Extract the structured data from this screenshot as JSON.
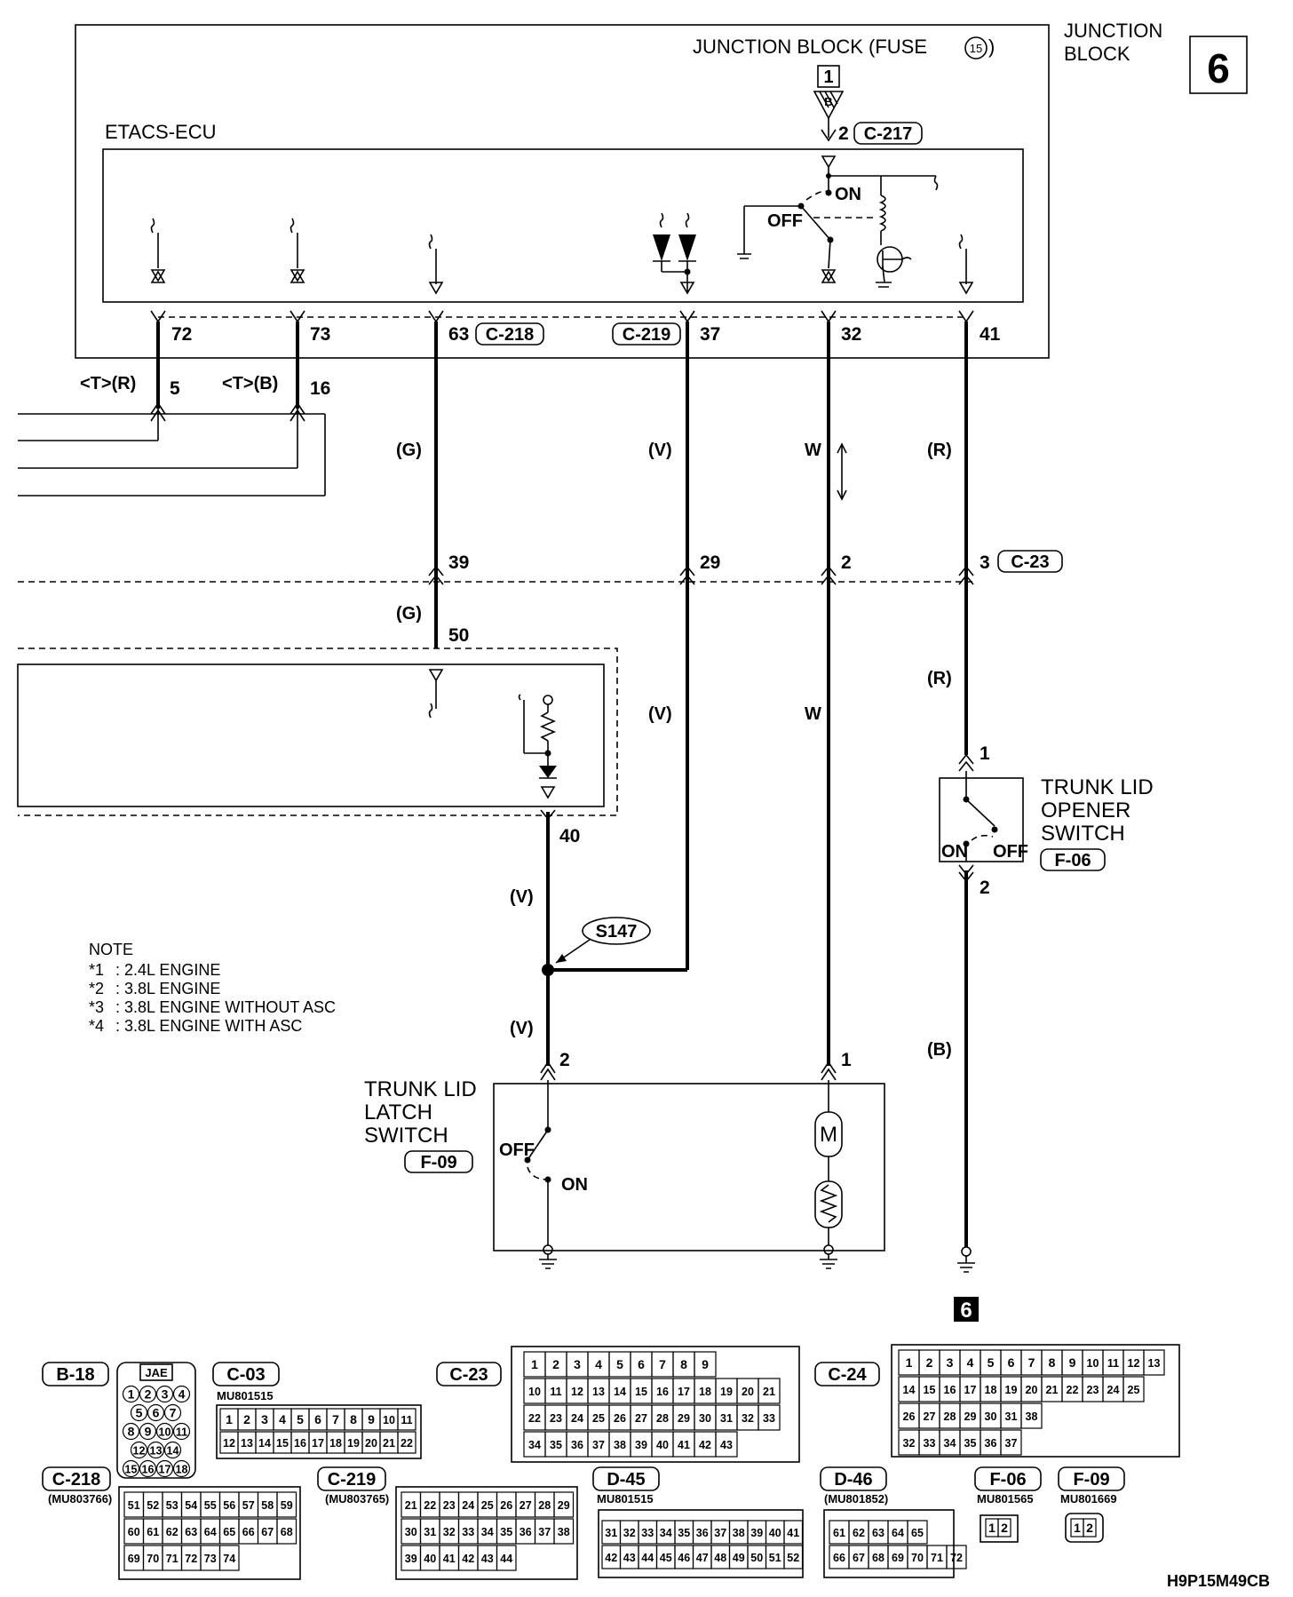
{
  "header": {
    "title_left": "JUNCTION BLOCK (FUSE",
    "fuse_number": "15",
    "title_right": ")",
    "corner_line1": "JUNCTION",
    "corner_line2": "BLOCK",
    "page_number": "6",
    "source_ref": "1",
    "source_letter": "B"
  },
  "ecu": {
    "name": "ETACS-ECU",
    "switch_on": "ON",
    "switch_off": "OFF",
    "pins": [
      {
        "pin": "72",
        "connector": ""
      },
      {
        "pin": "73",
        "connector": ""
      },
      {
        "pin": "63",
        "connector": "C-218"
      },
      {
        "pin": "37",
        "connector": "C-219"
      },
      {
        "pin": "32",
        "connector": ""
      },
      {
        "pin": "41",
        "connector": ""
      }
    ],
    "supply_pin": "2",
    "supply_connector": "C-217"
  },
  "left_branches": [
    {
      "label": "<T>(R)",
      "pin": "5"
    },
    {
      "label": "<T>(B)",
      "pin": "16"
    }
  ],
  "wire_colors": {
    "g": "(G)",
    "v": "(V)",
    "w": "W",
    "r": "(R)",
    "b": "(B)"
  },
  "connector_c23": {
    "name": "C-23",
    "pins": [
      "39",
      "29",
      "2",
      "3"
    ]
  },
  "lower_module": {
    "pin_in": "50",
    "pin_out": "40"
  },
  "splice": "S147",
  "notes": {
    "heading": "NOTE",
    "items": [
      {
        "mark": "*1",
        "text": ": 2.4L ENGINE"
      },
      {
        "mark": "*2",
        "text": ": 3.8L ENGINE"
      },
      {
        "mark": "*3",
        "text": ": 3.8L ENGINE WITHOUT ASC"
      },
      {
        "mark": "*4",
        "text": ": 3.8L ENGINE WITH ASC"
      }
    ]
  },
  "trunk_latch": {
    "line1": "TRUNK LID",
    "line2": "LATCH",
    "line3": "SWITCH",
    "connector": "F-09",
    "pin_switch": "2",
    "pin_motor": "1",
    "off": "OFF",
    "on": "ON",
    "motor": "M"
  },
  "opener_switch": {
    "line1": "TRUNK LID",
    "line2": "OPENER",
    "line3": "SWITCH",
    "connector": "F-06",
    "pin_top": "1",
    "pin_bottom": "2",
    "on": "ON",
    "off": "OFF"
  },
  "ground_ref": "6",
  "connector_views": [
    {
      "id": "B-18",
      "part": "",
      "header": "JAE",
      "rows": [
        [
          "1",
          "2",
          "3",
          "4"
        ],
        [
          "5",
          "6",
          "7"
        ],
        [
          "8",
          "9",
          "10",
          "11"
        ],
        [
          "12",
          "13",
          "14"
        ],
        [
          "15",
          "16",
          "17",
          "18"
        ]
      ]
    },
    {
      "id": "C-03",
      "part": "MU801515",
      "rows": [
        [
          "1",
          "2",
          "3",
          "4",
          "5",
          "6",
          "7",
          "8",
          "9",
          "10",
          "11"
        ],
        [
          "12",
          "13",
          "14",
          "15",
          "16",
          "17",
          "18",
          "19",
          "20",
          "21",
          "22"
        ]
      ]
    },
    {
      "id": "C-23",
      "part": "",
      "rows": [
        [
          "1",
          "2",
          "3",
          "4",
          "5",
          "6",
          "7",
          "8",
          "9"
        ],
        [
          "10",
          "11",
          "12",
          "13",
          "14",
          "15",
          "16",
          "17",
          "18",
          "19",
          "20",
          "21"
        ],
        [
          "22",
          "23",
          "24",
          "25",
          "26",
          "27",
          "28",
          "29",
          "30",
          "31",
          "32",
          "33"
        ],
        [
          "34",
          "35",
          "36",
          "37",
          "38",
          "39",
          "40",
          "41",
          "42",
          "43"
        ]
      ]
    },
    {
      "id": "C-24",
      "part": "",
      "rows": [
        [
          "1",
          "2",
          "3",
          "4",
          "5",
          "6",
          "7",
          "8",
          "9",
          "10",
          "11",
          "12",
          "13"
        ],
        [
          "14",
          "15",
          "16",
          "17",
          "18",
          "19",
          "20",
          "21",
          "22",
          "23",
          "24",
          "25"
        ],
        [
          "26",
          "27",
          "28",
          "29",
          "30",
          "31",
          "38"
        ],
        [
          "32",
          "33",
          "34",
          "35",
          "36",
          "37"
        ]
      ]
    },
    {
      "id": "C-218",
      "part": "(MU803766)",
      "rows": [
        [
          "51",
          "52",
          "53",
          "54",
          "55",
          "56",
          "57",
          "58",
          "59"
        ],
        [
          "60",
          "61",
          "62",
          "63",
          "64",
          "65",
          "66",
          "67",
          "68"
        ],
        [
          "69",
          "70",
          "71",
          "72",
          "73",
          "74"
        ]
      ]
    },
    {
      "id": "C-219",
      "part": "(MU803765)",
      "rows": [
        [
          "21",
          "22",
          "23",
          "24",
          "25",
          "26",
          "27",
          "28",
          "29"
        ],
        [
          "30",
          "31",
          "32",
          "33",
          "34",
          "35",
          "36",
          "37",
          "38"
        ],
        [
          "39",
          "40",
          "41",
          "42",
          "43",
          "44"
        ]
      ]
    },
    {
      "id": "D-45",
      "part": "MU801515",
      "rows": [
        [
          "31",
          "32",
          "33",
          "34",
          "35",
          "36",
          "37",
          "38",
          "39",
          "40",
          "41"
        ],
        [
          "42",
          "43",
          "44",
          "45",
          "46",
          "47",
          "48",
          "49",
          "50",
          "51",
          "52"
        ]
      ]
    },
    {
      "id": "D-46",
      "part": "(MU801852)",
      "rows": [
        [
          "61",
          "62",
          "63",
          "64",
          "65"
        ],
        [
          "66",
          "67",
          "68",
          "69",
          "70",
          "71",
          "72"
        ]
      ]
    },
    {
      "id": "F-06",
      "part": "MU801565",
      "rows": [
        [
          "1",
          "2"
        ]
      ]
    },
    {
      "id": "F-09",
      "part": "MU801669",
      "rows": [
        [
          "1",
          "2"
        ]
      ]
    }
  ],
  "figure_code": "H9P15M49CB"
}
